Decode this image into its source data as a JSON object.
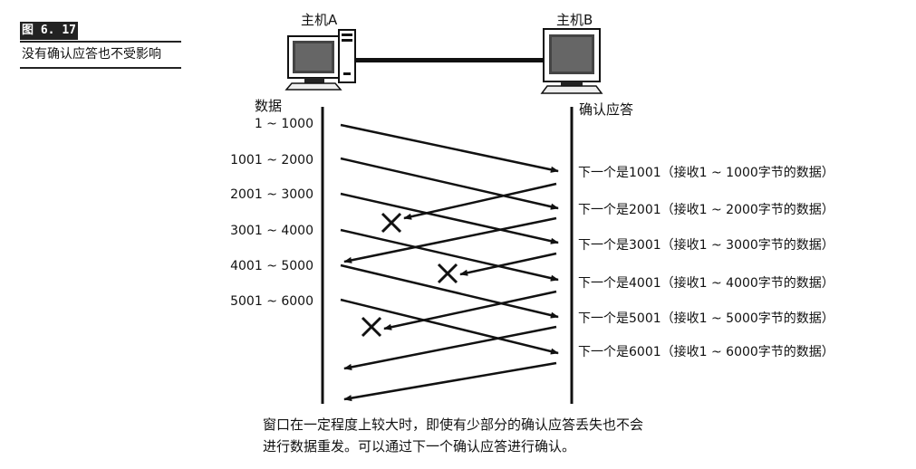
{
  "figure": {
    "number": "图 6. 17",
    "caption": "没有确认应答也不受影响"
  },
  "hosts": {
    "a": "主机A",
    "b": "主机B"
  },
  "columns": {
    "sender": "数据",
    "receiver": "确认应答"
  },
  "segments": [
    "1 ~ 1000",
    "1001 ~ 2000",
    "2001 ~ 3000",
    "3001 ~ 4000",
    "4001 ~ 5000",
    "5001 ~ 6000"
  ],
  "acks": [
    {
      "text": "下一个是1001（接收1 ~ 1000字节的数据）",
      "lost": false
    },
    {
      "text": "下一个是2001（接收1 ~ 2000字节的数据）",
      "lost": true
    },
    {
      "text": "下一个是3001（接收1 ~ 3000字节的数据）",
      "lost": false
    },
    {
      "text": "下一个是4001（接收1 ~ 4000字节的数据）",
      "lost": true
    },
    {
      "text": "下一个是5001（接收1 ~ 5000字节的数据）",
      "lost": true
    },
    {
      "text": "下一个是6001（接收1 ~ 6000字节的数据）",
      "lost": false
    }
  ],
  "note": {
    "line1": "窗口在一定程度上较大时，即使有少部分的确认应答丢失也不会",
    "line2": "进行数据重发。可以通过下一个确认应答进行确认。"
  }
}
